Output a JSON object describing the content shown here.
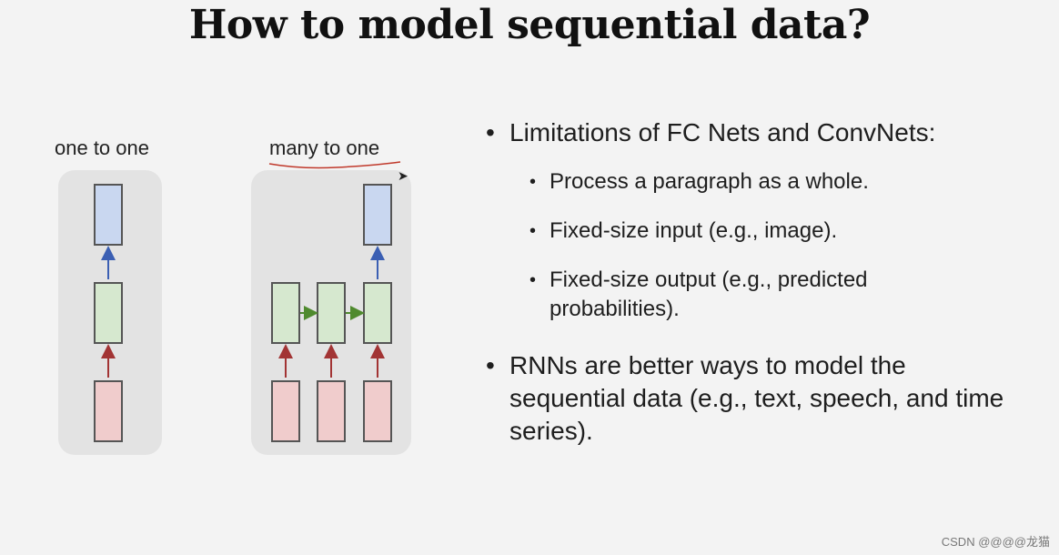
{
  "title": "How to model sequential data?",
  "diagrams": {
    "left_label": "one to one",
    "right_label": "many to one"
  },
  "colors": {
    "output_cell": "#c9d7f0",
    "hidden_cell": "#d6e8cf",
    "input_cell": "#f0cccc",
    "up_arrow_output": "#3b5fb3",
    "up_arrow_input": "#a23434",
    "hidden_arrow": "#4f8a2e",
    "underline": "#c0392b"
  },
  "bullets": {
    "b1": "Limitations of FC Nets and ConvNets:",
    "sub": [
      "Process a paragraph as a whole.",
      "Fixed-size input (e.g., image).",
      "Fixed-size output (e.g., predicted probabilities)."
    ],
    "b2": "RNNs are better ways to model the sequential data (e.g., text, speech, and time series)."
  },
  "watermark": "CSDN @@@@龙猫"
}
